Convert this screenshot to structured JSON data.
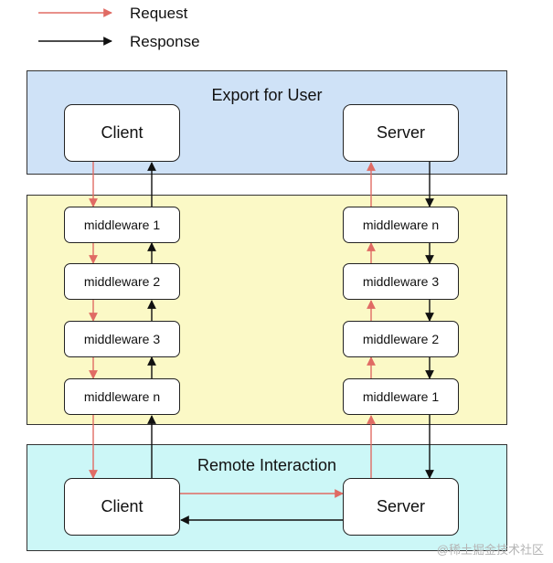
{
  "legend": {
    "request_label": "Request",
    "response_label": "Response",
    "request_color": "#e06b64",
    "response_color": "#111111"
  },
  "regions": {
    "export": {
      "title": "Export for User",
      "fill": "#cfe2f7"
    },
    "middleware": {
      "fill": "#fbf9c6"
    },
    "remote": {
      "title": "Remote Interaction",
      "fill": "#ccf7f7"
    }
  },
  "top": {
    "client_label": "Client",
    "server_label": "Server"
  },
  "client_middleware": [
    "middleware 1",
    "middleware 2",
    "middleware 3",
    "middleware n"
  ],
  "server_middleware": [
    "middleware n",
    "middleware 3",
    "middleware 2",
    "middleware 1"
  ],
  "bottom": {
    "client_label": "Client",
    "server_label": "Server"
  },
  "watermark": "@稀土掘金技术社区"
}
